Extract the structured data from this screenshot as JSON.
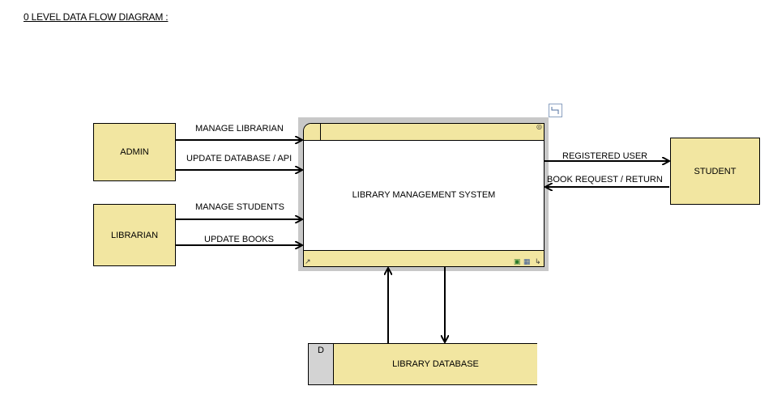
{
  "title": "0 LEVEL DATA FLOW DIAGRAM :",
  "entities": {
    "admin": "ADMIN",
    "librarian": "LIBRARIAN",
    "student": "STUDENT"
  },
  "process": {
    "name": "LIBRARY MANAGEMENT SYSTEM"
  },
  "store": {
    "id": "D",
    "name": "LIBRARY DATABASE"
  },
  "flows": {
    "manage_librarian": "MANAGE  LIBRARIAN",
    "update_database": "UPDATE DATABASE / API",
    "manage_students": "MANAGE STUDENTS",
    "update_books": "UPDATE BOOKS",
    "registered_user": "REGISTERED USER",
    "book_request": "BOOK REQUEST / RETURN"
  }
}
